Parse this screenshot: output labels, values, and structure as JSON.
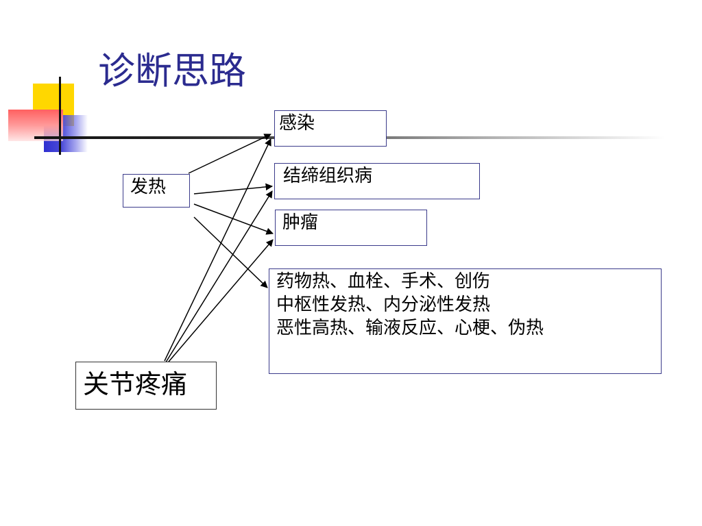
{
  "title": "诊断思路",
  "nodes": {
    "fever": "发热",
    "joint_pain": "关节疼痛",
    "infection": "感染",
    "connective_tissue": "结缔组织病",
    "tumor": "肿瘤",
    "other_lines": [
      "药物热、血栓、手术、创伤",
      "中枢性发热、内分泌性发热",
      "恶性高热、输液反应、心梗、伪热"
    ]
  },
  "edges": [
    {
      "from": "发热",
      "to": "感染"
    },
    {
      "from": "发热",
      "to": "结缔组织病"
    },
    {
      "from": "发热",
      "to": "肿瘤"
    },
    {
      "from": "发热",
      "to": "药物热、血栓、手术、创伤"
    },
    {
      "from": "关节疼痛",
      "to": "感染"
    },
    {
      "from": "关节疼痛",
      "to": "结缔组织病"
    },
    {
      "from": "关节疼痛",
      "to": "肿瘤"
    }
  ],
  "colors": {
    "title": "#2b2b8f",
    "box_border": "#3a3a8a",
    "arrow": "#000000"
  }
}
